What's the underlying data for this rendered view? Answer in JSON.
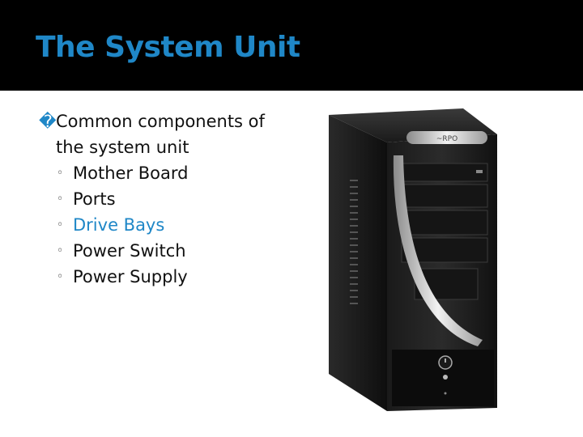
{
  "slide": {
    "title": "The System Unit",
    "main_bullet_glyph": "�",
    "main_point": "Common components of the system unit",
    "sub_points": [
      {
        "label": "Mother Board",
        "highlight": false
      },
      {
        "label": "Ports",
        "highlight": false
      },
      {
        "label": "Drive Bays",
        "highlight": true
      },
      {
        "label": "Power Switch",
        "highlight": false
      },
      {
        "label": "Power Supply",
        "highlight": false
      }
    ],
    "sub_bullet_glyph": "◦",
    "image": {
      "subject": "desktop-tower-computer-case"
    }
  },
  "colors": {
    "accent": "#1f87c7",
    "title_bar": "#000000",
    "text": "#111111"
  }
}
